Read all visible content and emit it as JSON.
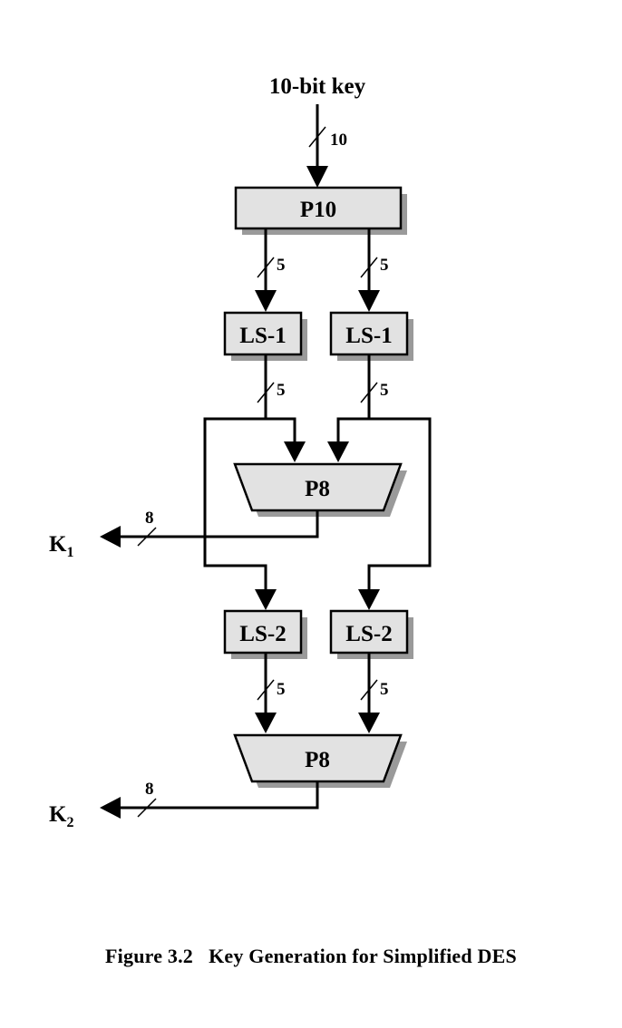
{
  "diagram": {
    "input_label": "10-bit key",
    "input_width": "10",
    "p10_label": "P10",
    "split_width_left": "5",
    "split_width_right": "5",
    "ls1_left_label": "LS-1",
    "ls1_right_label": "LS-1",
    "ls1_out_left_width": "5",
    "ls1_out_right_width": "5",
    "p8_top_label": "P8",
    "k1_width": "8",
    "k1_label": "K",
    "k1_sub": "1",
    "ls2_left_label": "LS-2",
    "ls2_right_label": "LS-2",
    "ls2_out_left_width": "5",
    "ls2_out_right_width": "5",
    "p8_bottom_label": "P8",
    "k2_width": "8",
    "k2_label": "K",
    "k2_sub": "2"
  },
  "caption": {
    "number": "Figure 3.2",
    "text": "Key Generation for Simplified DES"
  },
  "colors": {
    "box_fill": "#e2e2e2",
    "box_shadow": "#9a9a9a",
    "line": "#000000"
  }
}
